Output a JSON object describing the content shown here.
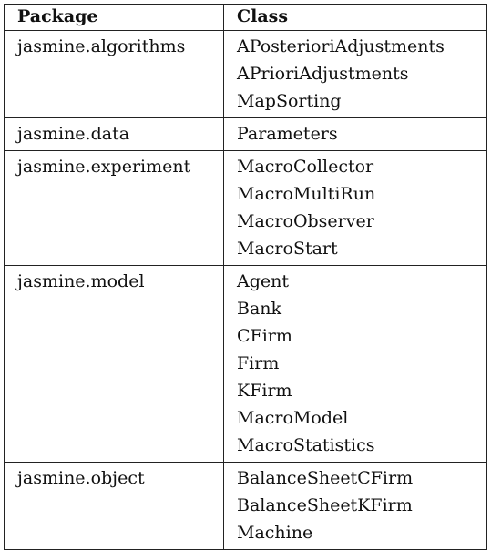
{
  "table": {
    "headers": {
      "package": "Package",
      "class": "Class"
    },
    "rows": [
      {
        "package": "jasmine.algorithms",
        "classes": [
          "APosterioriAdjustments",
          "APrioriAdjustments",
          "MapSorting"
        ]
      },
      {
        "package": "jasmine.data",
        "classes": [
          "Parameters"
        ]
      },
      {
        "package": "jasmine.experiment",
        "classes": [
          "MacroCollector",
          "MacroMultiRun",
          "MacroObserver",
          "MacroStart"
        ]
      },
      {
        "package": "jasmine.model",
        "classes": [
          "Agent",
          "Bank",
          "CFirm",
          "Firm",
          "KFirm",
          "MacroModel",
          "MacroStatistics"
        ]
      },
      {
        "package": "jasmine.object",
        "classes": [
          "BalanceSheetCFirm",
          "BalanceSheetKFirm",
          "Machine"
        ]
      }
    ]
  }
}
